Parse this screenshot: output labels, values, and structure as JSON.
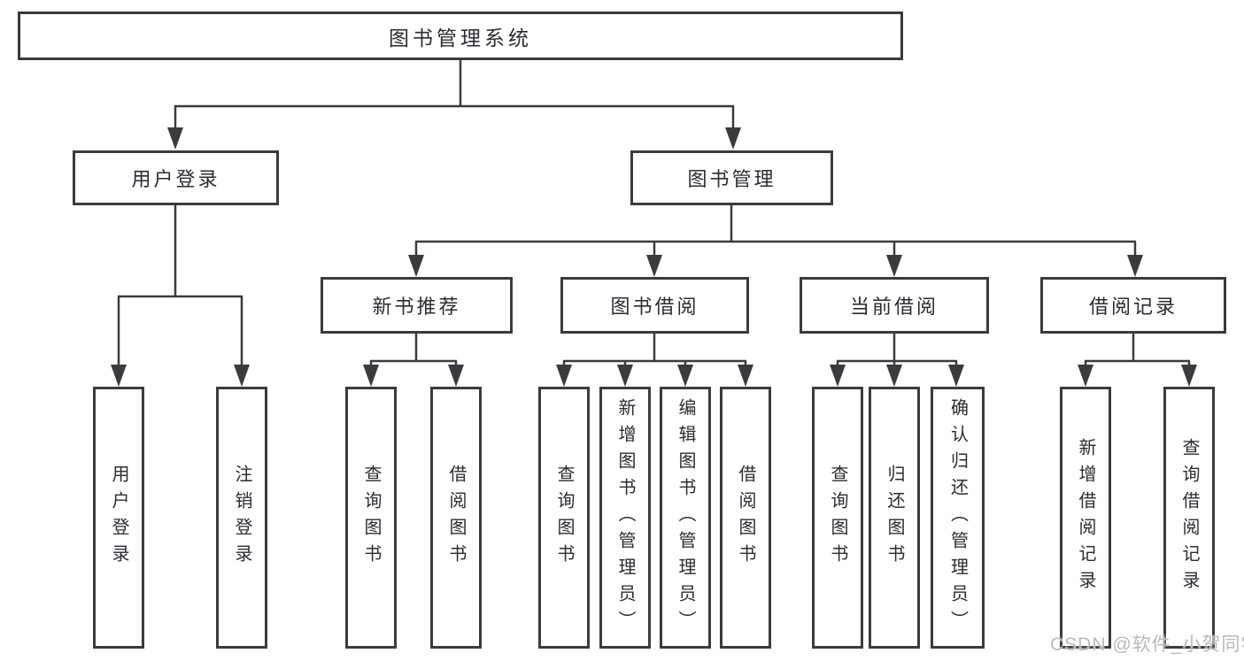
{
  "diagram": {
    "root": {
      "label": "图书管理系统"
    },
    "level2": [
      {
        "label": "用户登录"
      },
      {
        "label": "图书管理"
      }
    ],
    "level3": [
      {
        "label": "新书推荐"
      },
      {
        "label": "图书借阅"
      },
      {
        "label": "当前借阅"
      },
      {
        "label": "借阅记录"
      }
    ],
    "leaves_login": [
      {
        "label": "用户登录"
      },
      {
        "label": "注销登录"
      }
    ],
    "leaves_recommend": [
      {
        "label": "查询图书"
      },
      {
        "label": "借阅图书"
      }
    ],
    "leaves_borrow": [
      {
        "label": "查询图书"
      },
      {
        "label": "新增图书（管理员）"
      },
      {
        "label": "编辑图书（管理员）"
      },
      {
        "label": "借阅图书"
      }
    ],
    "leaves_current": [
      {
        "label": "查询图书"
      },
      {
        "label": "归还图书"
      },
      {
        "label": "确认归还（管理员）"
      }
    ],
    "leaves_records": [
      {
        "label": "新增借阅记录"
      },
      {
        "label": "查询借阅记录"
      }
    ],
    "watermark": "CSDN @软件_小贺同学",
    "colors": {
      "line": "#3b3b3f",
      "text": "#2b2c32",
      "watermark": "#b9b9bc",
      "background": "#ffffff"
    }
  }
}
